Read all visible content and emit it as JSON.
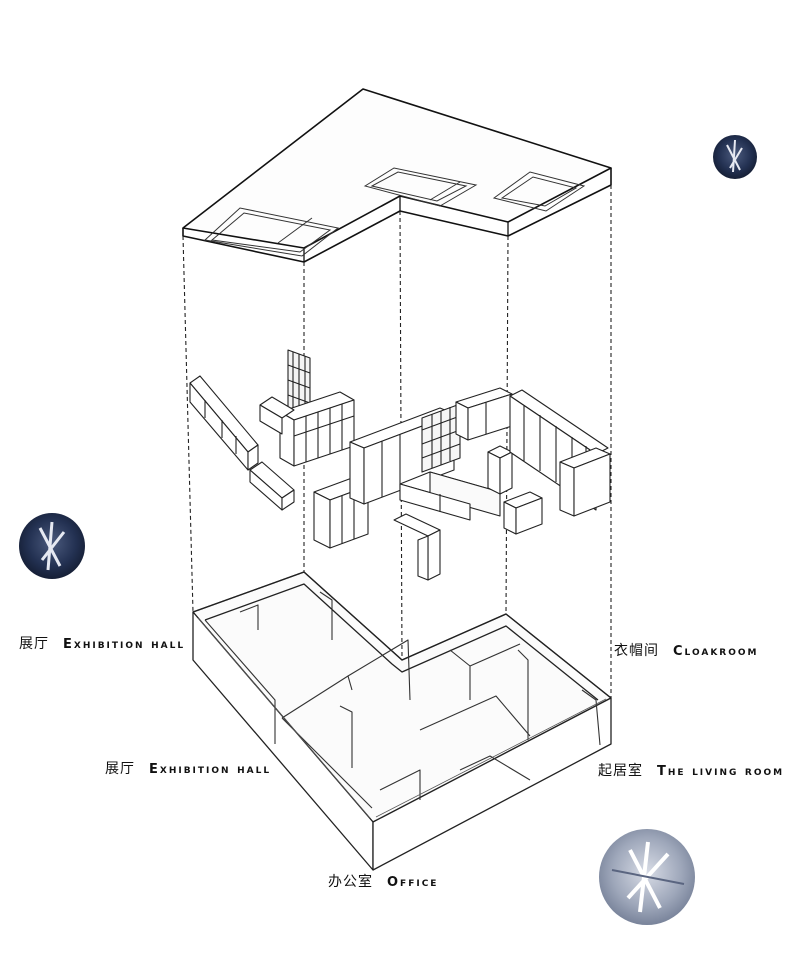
{
  "labels": {
    "exhibition_hall_1": {
      "zh": "展厅",
      "en": "Exhibition hall"
    },
    "exhibition_hall_2": {
      "zh": "展厅",
      "en": "Exhibition hall"
    },
    "cloakroom": {
      "zh": "衣帽间",
      "en": "Cloakroom"
    },
    "living_room": {
      "zh": "起居室",
      "en": "The living room"
    },
    "office": {
      "zh": "办公室",
      "en": "Office"
    }
  },
  "colors": {
    "line": "#111111",
    "dash": "#222222",
    "wall_fill": "#ffffff",
    "floor_fill": "#fbfbfb",
    "orb_dark": "#1f2a44",
    "orb_light": "#9aa3b5"
  }
}
